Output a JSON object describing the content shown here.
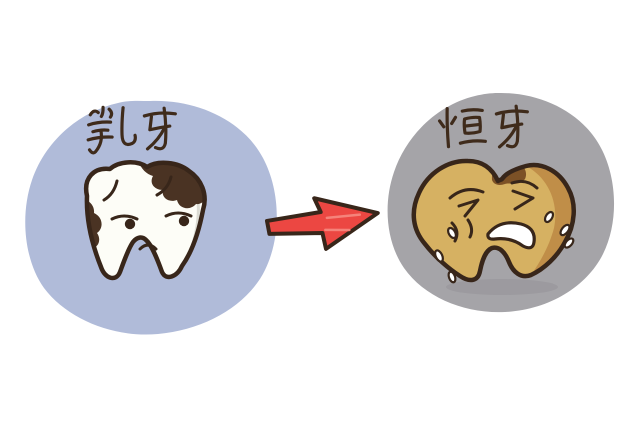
{
  "illustration": {
    "left_panel": {
      "label": "乳牙"
    },
    "right_panel": {
      "label": "恒牙"
    },
    "arrow": {
      "icon": "arrow-right-icon",
      "direction": "right"
    }
  },
  "colors": {
    "page-bg": "#ffffff",
    "left-circle": "#b0bbd9",
    "right-circle": "#a5a4a8",
    "tooth-white": "#fdfdf7",
    "tooth-white-shade": "#dcdcd4",
    "decay-brown": "#4a3323",
    "tooth-yellow": "#d6b162",
    "tooth-yellow-shade": "#c08e48",
    "cavity-brown": "#7c5126",
    "arrow-red": "#ec4742",
    "arrow-highlight": "#f5837a",
    "ink": "#38261a",
    "label-ink": "#3f2b1b",
    "white": "#ffffff",
    "shadow-gray": "#8e8d92"
  }
}
